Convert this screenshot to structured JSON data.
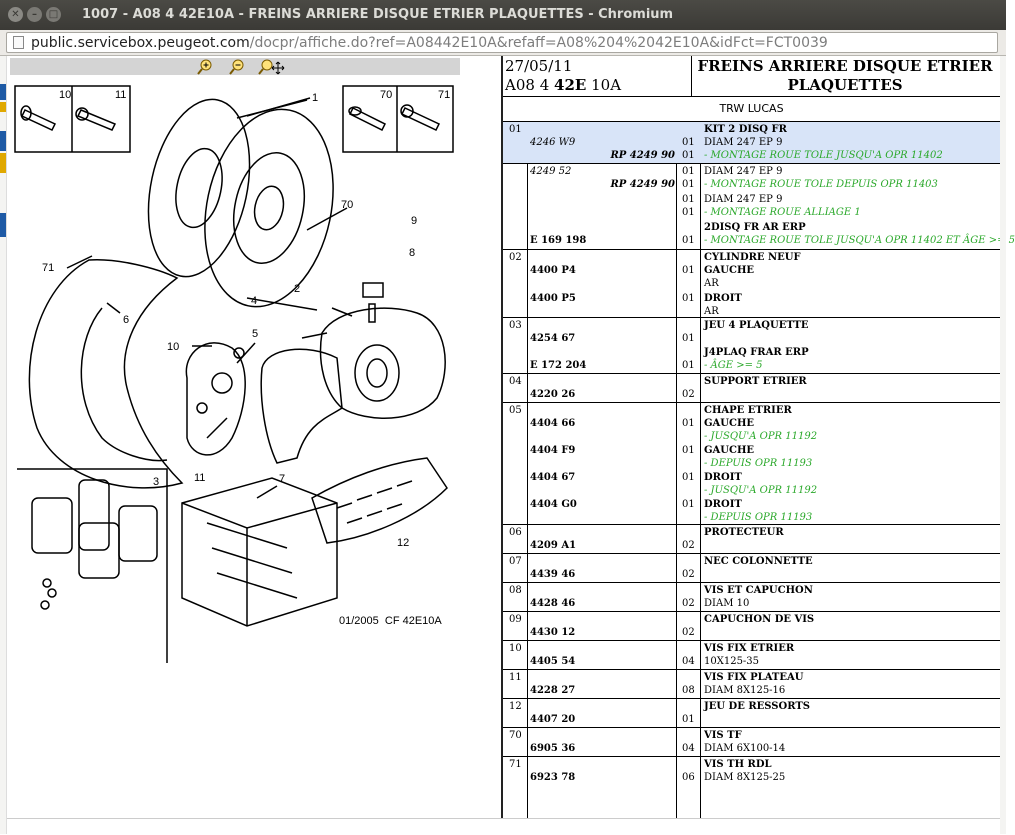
{
  "window": {
    "title": "1007 - A08 4 42E10A - FREINS ARRIERE DISQUE ETRIER PLAQUETTES - Chromium"
  },
  "urlbar": {
    "host": "public.servicebox.peugeot.com",
    "path": "/docpr/affiche.do?ref=A08442E10A&refaff=A08%204%2042E10A&idFct=FCT0039"
  },
  "diagram": {
    "caption": "01/2005  CF 42E10A",
    "callouts": [
      "1",
      "2",
      "3",
      "4",
      "5",
      "6",
      "7",
      "8",
      "9",
      "10",
      "11",
      "12",
      "70",
      "71"
    ],
    "box_a": [
      "10",
      "11"
    ],
    "box_b": [
      "70",
      "71"
    ]
  },
  "header": {
    "date": "27/05/11",
    "ref_prefix": "A08 4",
    "ref_bold": "42E",
    "ref_suffix": "10A",
    "title_line1": "FREINS ARRIERE DISQUE ETRIER",
    "title_line2": "PLAQUETTES",
    "supplier": "TRW LUCAS"
  },
  "table": {
    "r01": {
      "num": "01",
      "l1_ref": "4246 W9",
      "l1_rp": "RP 4249 90",
      "l1_q1": "01",
      "l1_q2": "01",
      "l1_d1": "KIT 2 DISQ FR",
      "l1_d2": "DIAM 247 EP 9",
      "l1_d3": "- MONTAGE ROUE TOLE JUSQU'A OPR 11402",
      "l2_ref": "4249 52",
      "l2_rp": "RP 4249 90",
      "l2_q1": "01",
      "l2_q2": "01",
      "l2_d1": "DIAM 247 EP 9",
      "l2_d2": "- MONTAGE ROUE TOLE DEPUIS OPR 11403",
      "l3_q1": "01",
      "l3_q2": "01",
      "l3_d1": "DIAM 247 EP 9",
      "l3_d2": "- MONTAGE ROUE ALLIAGE 1",
      "l4_ref": "E 169 198",
      "l4_q": "01",
      "l4_d1": "2DISQ FR AR ERP",
      "l4_d2": "- MONTAGE ROUE TOLE JUSQU'A OPR 11402 ET ÂGE >= 5"
    },
    "r02": {
      "num": "02",
      "d0": "CYLINDRE NEUF",
      "a_ref": "4400 P4",
      "a_q": "01",
      "a_d1": "GAUCHE",
      "a_d2": "AR",
      "b_ref": "4400 P5",
      "b_q": "01",
      "b_d1": "DROIT",
      "b_d2": "AR"
    },
    "r03": {
      "num": "03",
      "d0": "JEU 4 PLAQUETTE",
      "a_ref": "4254 67",
      "a_q": "01",
      "b_ref": "E 172 204",
      "b_q": "01",
      "b_d1": "J4PLAQ FRAR ERP",
      "b_d2": "- ÂGE >= 5"
    },
    "r04": {
      "num": "04",
      "ref": "4220 26",
      "q": "02",
      "d": "SUPPORT ETRIER"
    },
    "r05": {
      "num": "05",
      "d0": "CHAPE ETRIER",
      "a_ref": "4404 66",
      "a_q": "01",
      "a_d1": "GAUCHE",
      "a_d2": "- JUSQU'A OPR 11192",
      "b_ref": "4404 F9",
      "b_q": "01",
      "b_d1": "GAUCHE",
      "b_d2": "- DEPUIS OPR 11193",
      "c_ref": "4404 67",
      "c_q": "01",
      "c_d1": "DROIT",
      "c_d2": "- JUSQU'A OPR 11192",
      "e_ref": "4404 G0",
      "e_q": "01",
      "e_d1": "DROIT",
      "e_d2": "- DEPUIS OPR 11193"
    },
    "r06": {
      "num": "06",
      "ref": "4209 A1",
      "q": "02",
      "d": "PROTECTEUR"
    },
    "r07": {
      "num": "07",
      "ref": "4439 46",
      "q": "02",
      "d": "NEC COLONNETTE"
    },
    "r08": {
      "num": "08",
      "ref": "4428 46",
      "q": "02",
      "d": "VIS ET CAPUCHON",
      "d2": "DIAM 10"
    },
    "r09": {
      "num": "09",
      "ref": "4430 12",
      "q": "02",
      "d": "CAPUCHON DE VIS"
    },
    "r10": {
      "num": "10",
      "ref": "4405 54",
      "q": "04",
      "d": "VIS FIX ETRIER",
      "d2": "10X125-35"
    },
    "r11": {
      "num": "11",
      "ref": "4228 27",
      "q": "08",
      "d": "VIS FIX PLATEAU",
      "d2": "DIAM 8X125-16"
    },
    "r12": {
      "num": "12",
      "ref": "4407 20",
      "q": "01",
      "d": "JEU DE RESSORTS"
    },
    "r70": {
      "num": "70",
      "ref": "6905 36",
      "q": "04",
      "d": "VIS TF",
      "d2": "DIAM 6X100-14"
    },
    "r71": {
      "num": "71",
      "ref": "6923 78",
      "q": "06",
      "d": "VIS TH RDL",
      "d2": "DIAM 8X125-25"
    }
  },
  "colors": {
    "highlight": "#d8e4f8",
    "green_note": "#2aa82a",
    "titlebar": "#3f3e3a"
  },
  "icons": [
    "zoom-in-icon",
    "zoom-out-icon",
    "zoom-pan-icon",
    "close-icon",
    "minimize-icon",
    "maximize-icon",
    "page-icon"
  ]
}
